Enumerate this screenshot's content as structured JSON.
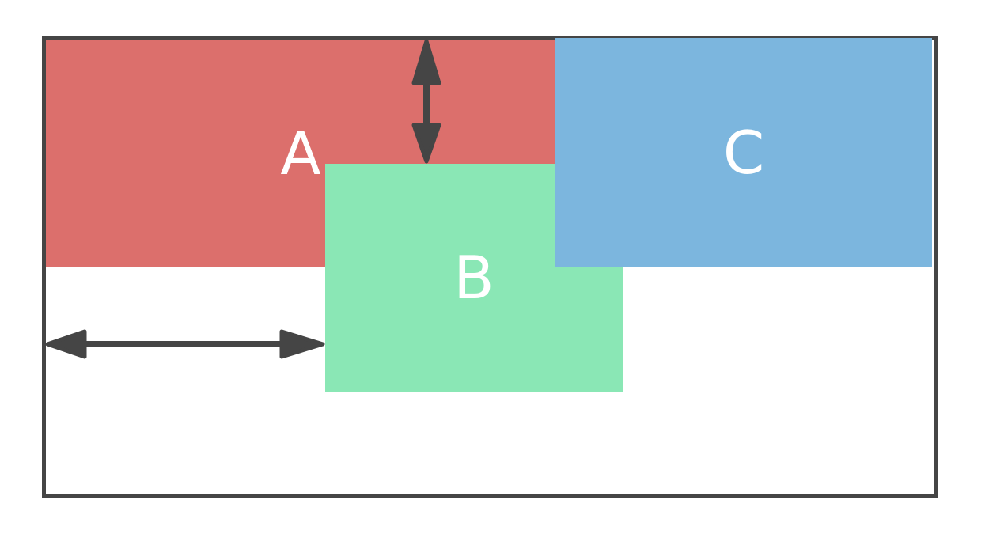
{
  "figure": {
    "description": "Three overlapping rectangles labeled A, B and C inside an outlined container, with a vertical double-headed arrow between the container top edge and rectangle B, and a horizontal double-headed arrow between the container left edge and rectangle B"
  },
  "colors": {
    "canvas_background": "#ffffff",
    "outline": "#454545",
    "arrow": "#454545",
    "label_text": "#ffffff"
  },
  "rectangles": [
    {
      "label": "A",
      "fill": "#dc6f6c"
    },
    {
      "label": "B",
      "fill": "#8ae7b5"
    },
    {
      "label": "C",
      "fill": "#7cb6de"
    }
  ],
  "arrows": [
    {
      "name": "vertical-double-arrow",
      "orientation": "vertical"
    },
    {
      "name": "horizontal-double-arrow",
      "orientation": "horizontal"
    }
  ]
}
